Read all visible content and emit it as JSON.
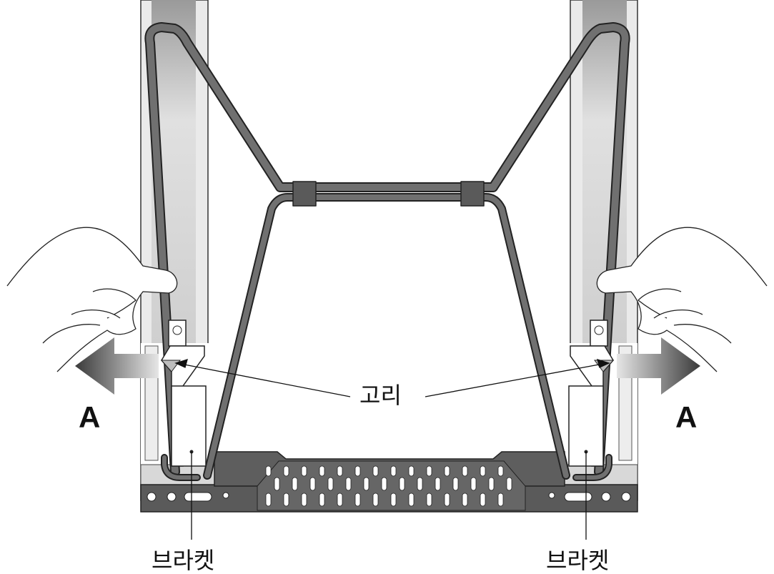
{
  "labels": {
    "hook": "고리",
    "bracket_left": "브라켓",
    "bracket_right": "브라켓",
    "direction_left": "A",
    "direction_right": "A"
  },
  "colors": {
    "frame_fill": "#d4d4d4",
    "frame_stripe": "#9e9e9e",
    "rack_wire": "#6b6b6b",
    "rail_dark": "#585858",
    "outline": "#222222",
    "arrow_dark": "#4a4a4a"
  }
}
